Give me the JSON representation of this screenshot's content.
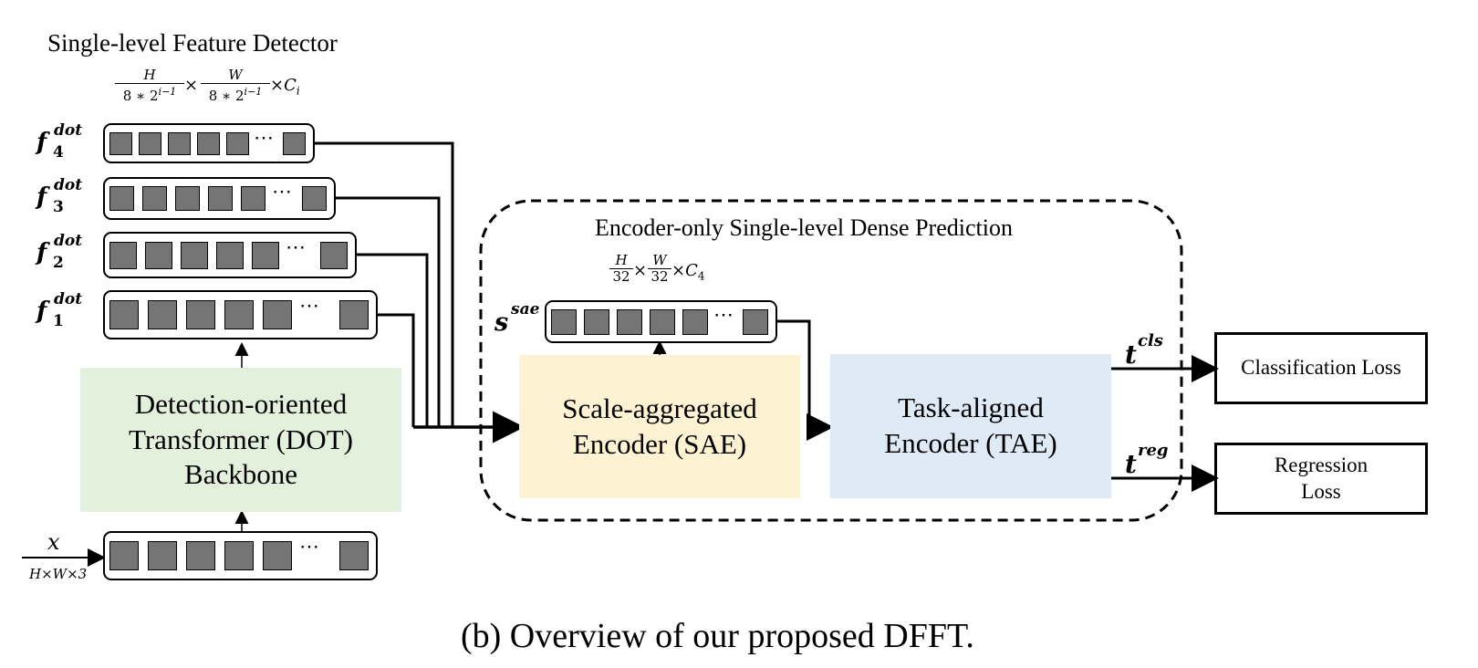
{
  "left_title": "Single-level Feature Detector",
  "feature_size_label": {
    "h_num": "H",
    "h_den": "8 ∗ 2",
    "w_num": "W",
    "w_den": "8 ∗ 2",
    "exp": "i−1",
    "times": "×",
    "tail": "C",
    "tail_sub": "i"
  },
  "feature_maps": [
    {
      "base": "f",
      "sub": "4",
      "sup": "dot"
    },
    {
      "base": "f",
      "sub": "3",
      "sup": "dot"
    },
    {
      "base": "f",
      "sub": "2",
      "sup": "dot"
    },
    {
      "base": "f",
      "sub": "1",
      "sup": "dot"
    }
  ],
  "backbone_label": "Detection-oriented Transformer (DOT) Backbone",
  "input": {
    "symbol": "x",
    "size": "H×W×3"
  },
  "encoder_region_title": "Encoder-only Single-level Dense Prediction",
  "sae_size_label": {
    "h_num": "H",
    "h_den": "32",
    "w_num": "W",
    "w_den": "32",
    "tail": "C",
    "tail_sub": "4"
  },
  "sae_token_label": {
    "base": "s",
    "sup": "sae"
  },
  "sae_box_label": "Scale-aggregated Encoder (SAE)",
  "tae_box_label": "Task-aligned Encoder (TAE)",
  "outputs": [
    {
      "base": "t",
      "sup": "cls",
      "loss": "Classification Loss"
    },
    {
      "base": "t",
      "sup": "reg",
      "loss": "Regression Loss"
    }
  ],
  "caption": "(b) Overview of our proposed DFFT.",
  "colors": {
    "backbone_fill": "#e3f0dc",
    "sae_fill": "#fdf3d2",
    "tae_fill": "#deeaf6",
    "token_fill": "#757575"
  },
  "dots": "⋯"
}
